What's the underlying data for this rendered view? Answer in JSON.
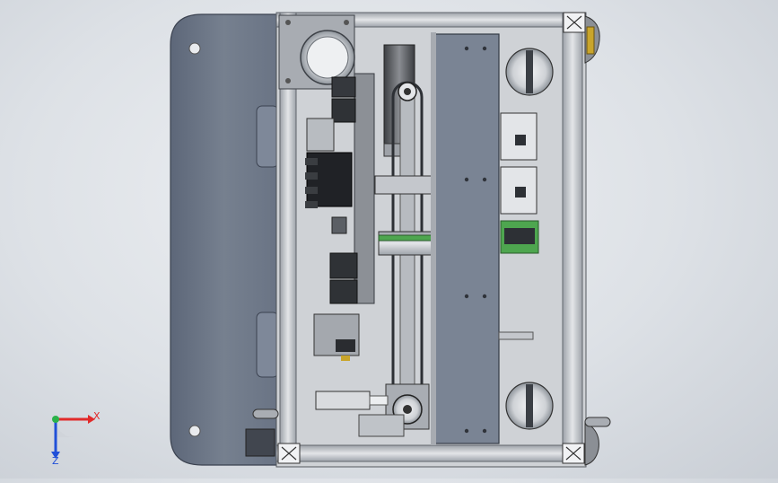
{
  "viewport": {
    "background_top": "#eef0f3",
    "background_bottom": "#c9ced5"
  },
  "model": {
    "description_icon": "cad-assembly-top-view",
    "frame_color": "#b4b8be",
    "panel_color": "#7b8595",
    "body_color": "#6c7688",
    "plate_color": "#d7d9dc",
    "green_color": "#4ea64f"
  },
  "triad": {
    "x_label": "X",
    "z_label": "Z",
    "x_color": "#e12a2a",
    "z_color": "#2050d8",
    "origin_color": "#2bb24a"
  }
}
